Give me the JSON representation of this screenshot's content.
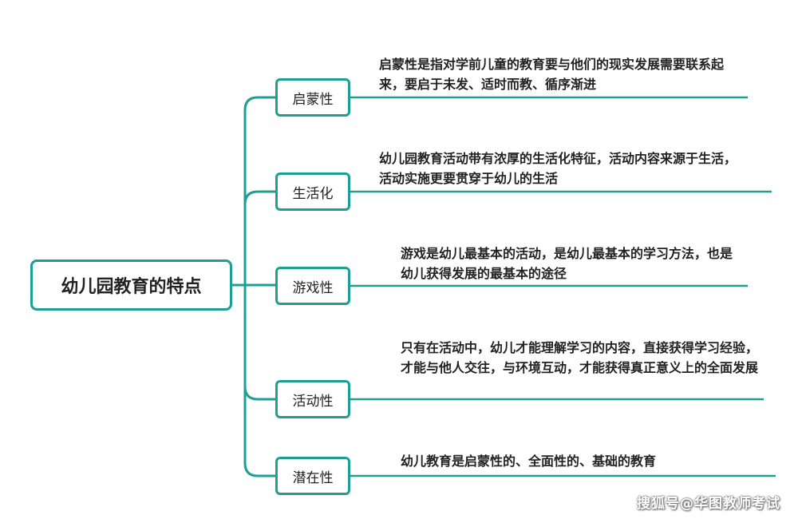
{
  "root": {
    "label": "幼儿园教育的特点"
  },
  "branches": [
    {
      "label": "启蒙性",
      "text": "启蒙性是指对学前儿童的教育要与他们的现实发展需要联系起来，要启于未发、适时而教、循序渐进"
    },
    {
      "label": "生活化",
      "text": "幼儿园教育活动带有浓厚的生活化特征，活动内容来源于生活，活动实施更要贯穿于幼儿的生活"
    },
    {
      "label": "游戏性",
      "text": "游戏是幼儿最基本的活动，是幼儿最基本的学习方法，也是幼儿获得发展的最基本的途径"
    },
    {
      "label": "活动性",
      "text": "只有在活动中，幼儿才能理解学习的内容，直接获得学习经验，才能与他人交往，与环境互动，才能获得真正意义上的全面发展"
    },
    {
      "label": "潜在性",
      "text": "幼儿教育是启蒙性的、全面性的、基础的教育"
    }
  ],
  "watermark": "搜狐号@华图教师考试",
  "colors": {
    "accent": "#1f9e94"
  }
}
